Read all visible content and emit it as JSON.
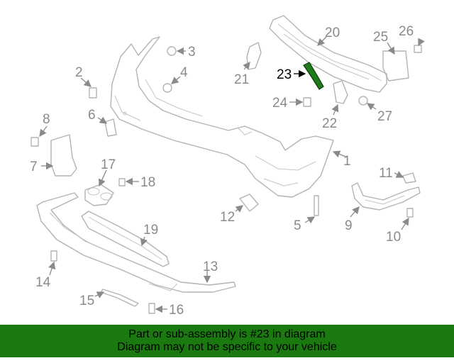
{
  "diagram": {
    "highlighted_part": "23",
    "highlight_color": "#1f7a1a",
    "callouts": [
      "1",
      "2",
      "3",
      "4",
      "5",
      "6",
      "7",
      "8",
      "9",
      "10",
      "11",
      "12",
      "13",
      "14",
      "15",
      "16",
      "17",
      "18",
      "19",
      "20",
      "21",
      "22",
      "23",
      "24",
      "25",
      "26",
      "27"
    ]
  },
  "banner": {
    "color": "#1a7a10",
    "line1": "Part or sub-assembly is #23 in diagram",
    "line2": "Diagram may not be specific to your vehicle"
  }
}
